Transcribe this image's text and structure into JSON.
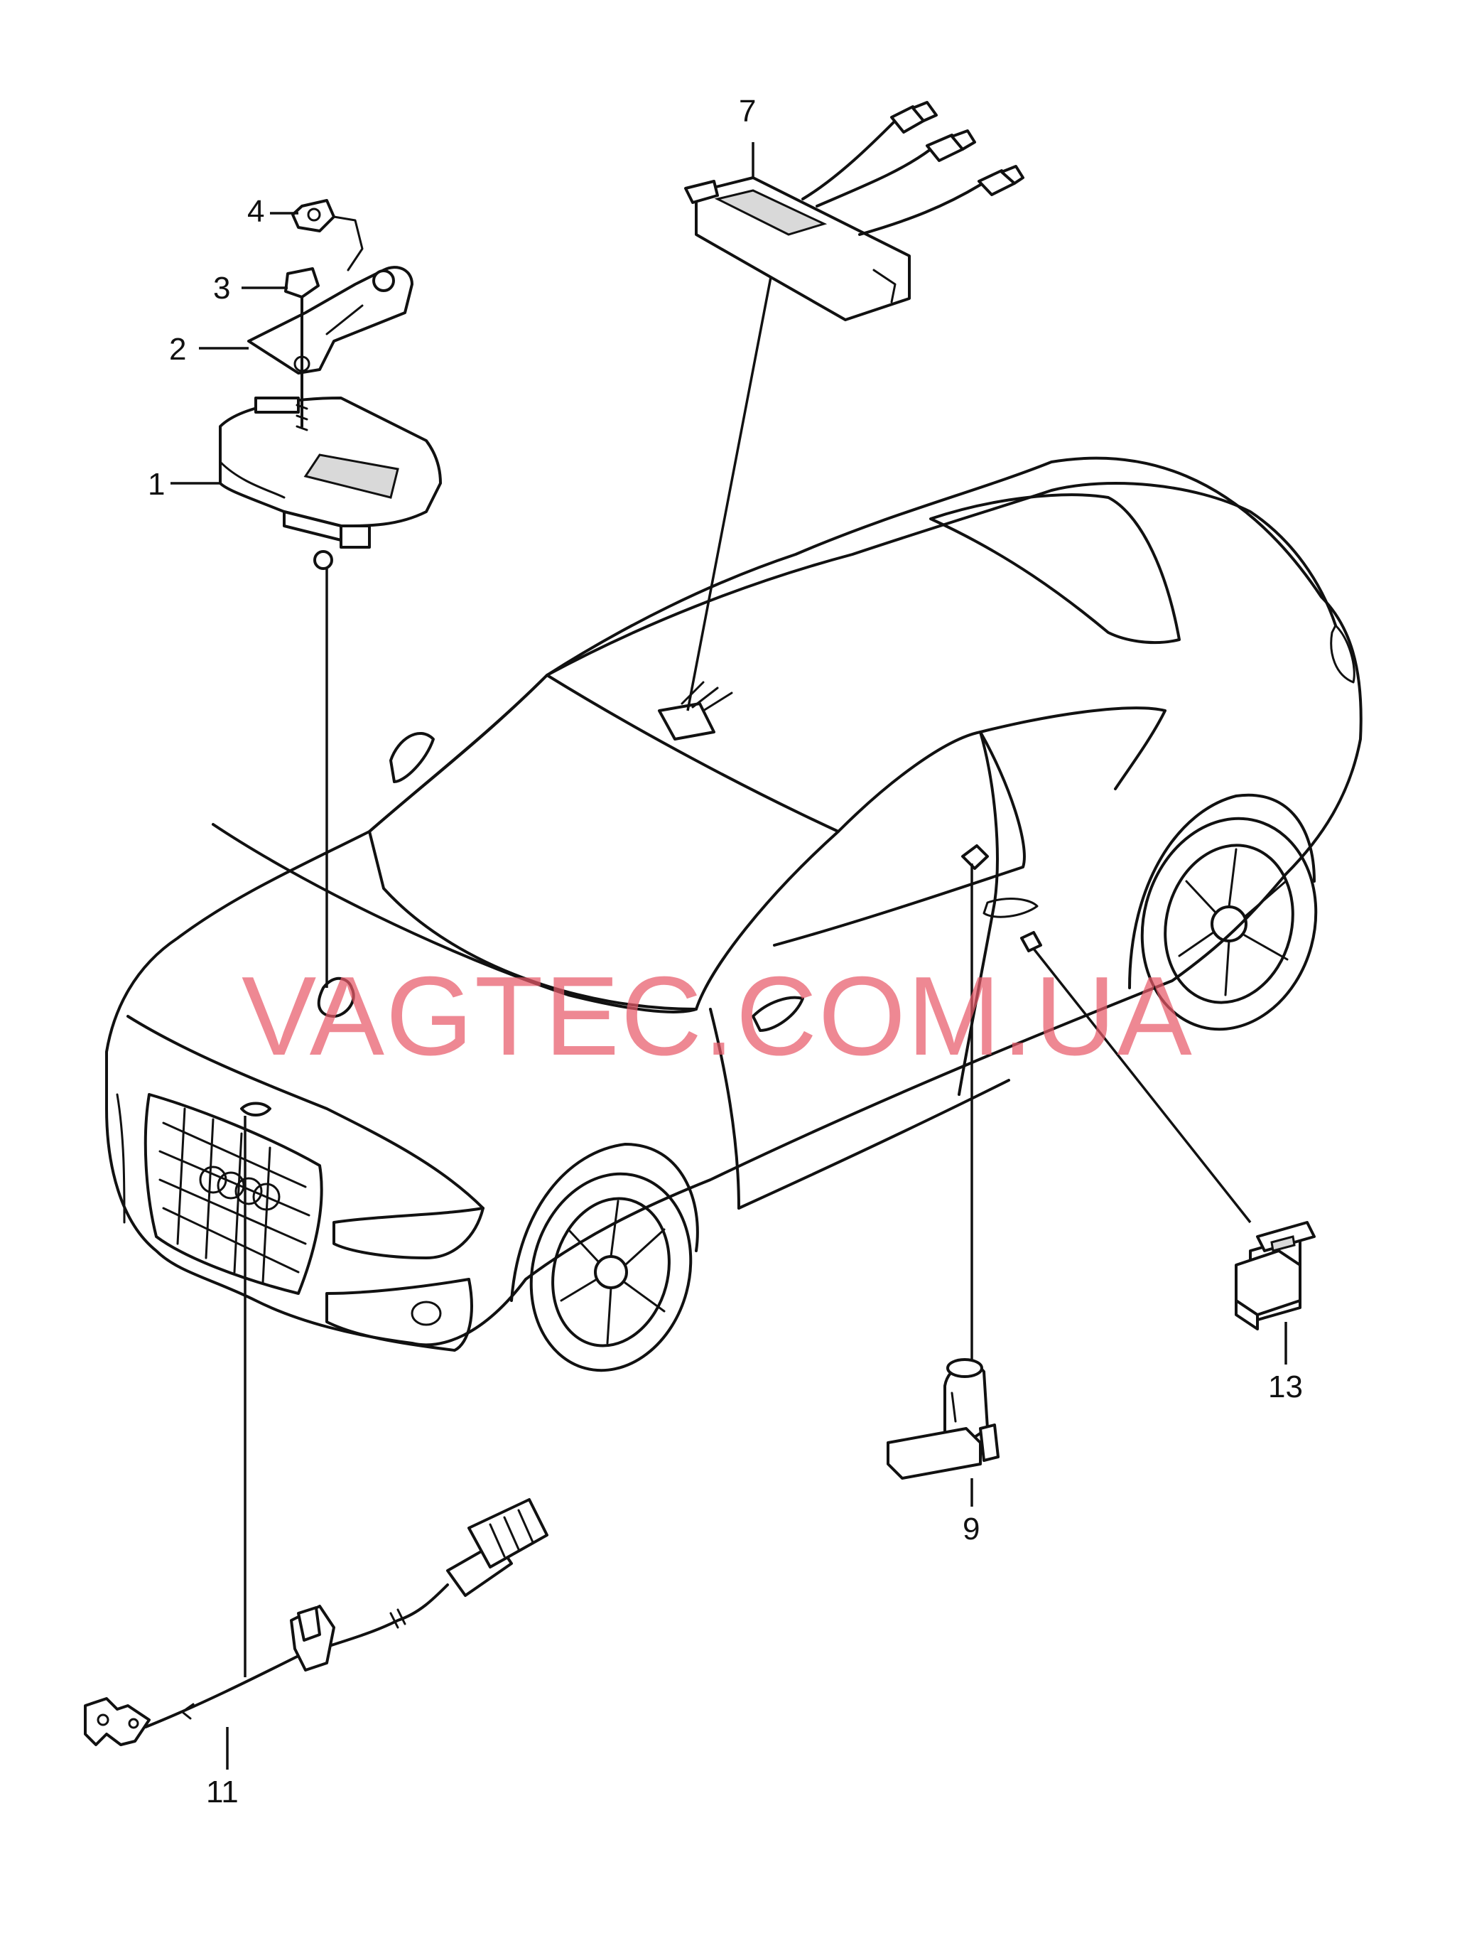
{
  "watermark": "VAGTEC.COM.UA",
  "callouts": {
    "c1": "1",
    "c2": "2",
    "c3": "3",
    "c4": "4",
    "c7": "7",
    "c9": "9",
    "c11": "11",
    "c13": "13"
  },
  "colors": {
    "line": "#111111",
    "watermark": "#e85a69",
    "background": "#ffffff"
  }
}
